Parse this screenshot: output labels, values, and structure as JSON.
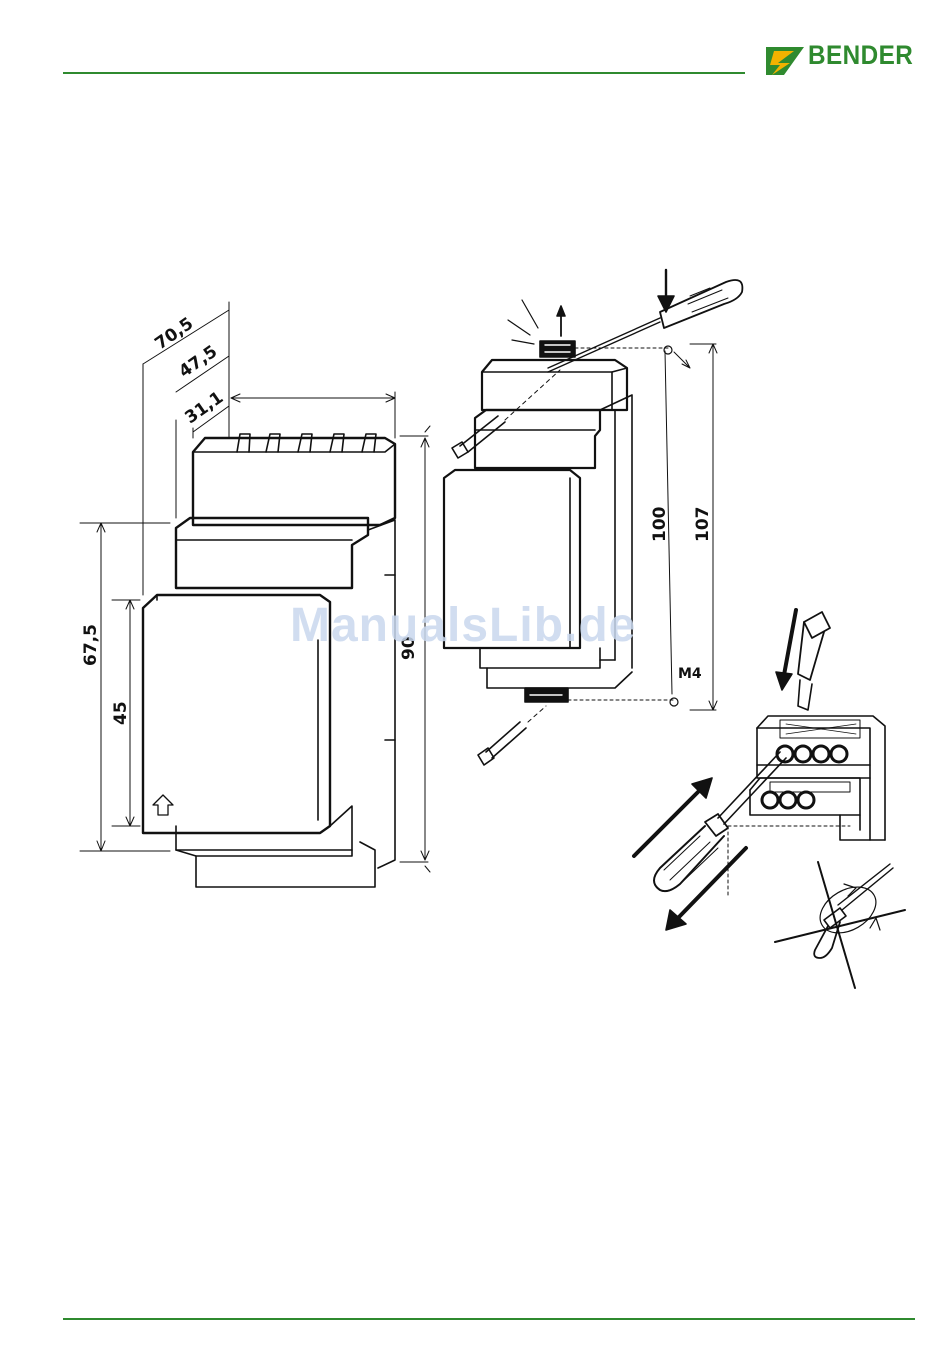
{
  "header": {
    "brand": "BENDER",
    "brand_color": "#2f8a2f",
    "logo_icon": "bender-lightning-logo-icon"
  },
  "dimensions": {
    "depth_total": "70,5",
    "depth_mid": "47,5",
    "depth_front": "31,1",
    "height_shoulder": "67,5",
    "height_front": "45",
    "height_total": "90",
    "mount_spacing": "100",
    "mount_spacing_total": "107",
    "screw_size": "M4"
  },
  "watermark": "ManualsLib.de"
}
